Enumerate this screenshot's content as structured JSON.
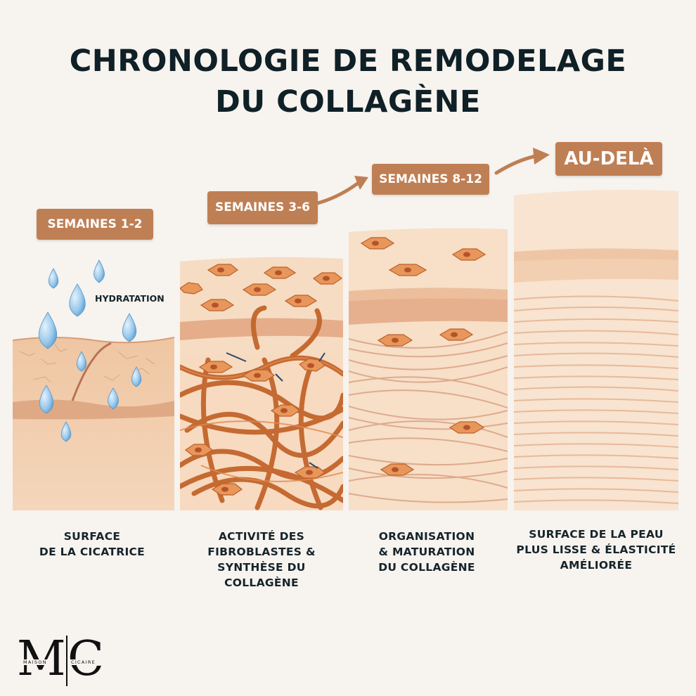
{
  "title": {
    "line1": "CHRONOLOGIE DE REMODELAGE",
    "line2": "DU COLLAGÈNE"
  },
  "stages": [
    {
      "badge": "SEMAINES 1-2",
      "caption_lines": [
        "SURFACE",
        "DE LA CICATRICE"
      ]
    },
    {
      "badge": "SEMAINES 3-6",
      "caption_lines": [
        "ACTIVITÉ DES",
        "FIBROBLASTES &",
        "SYNTHÈSE DU",
        "COLLAGÈNE"
      ]
    },
    {
      "badge": "SEMAINES 8-12",
      "caption_lines": [
        "ORGANISATION",
        "& MATURATION",
        "DU COLLAGÈNE"
      ]
    },
    {
      "badge": "AU-DELÀ",
      "caption_lines": [
        "SURFACE DE LA PEAU",
        "PLUS LISSE & ÉLASTICITÉ",
        "AMÉLIORÉE"
      ]
    }
  ],
  "hydration_label": "HYDRATATION",
  "logo": {
    "letters": [
      "M",
      "C"
    ],
    "words": [
      "MAISON",
      "CICAIRE"
    ]
  },
  "colors": {
    "badge": "#bf7f54",
    "skin": "#f2d2b3",
    "cell": "#e89a5e",
    "fiber": "#c8662a",
    "drop": "#8cc3ea"
  }
}
